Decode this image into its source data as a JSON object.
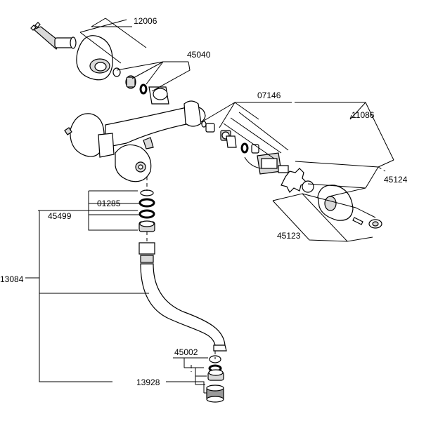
{
  "part_numbers": {
    "p12006": "12006",
    "p45040": "45040",
    "p07146": "07146",
    "p11086": "11086",
    "p45124": "45124",
    "p01285": "01285",
    "p45499": "45499",
    "p45123": "45123",
    "p13084": "13084",
    "p45002": "45002",
    "p13928": "13928"
  }
}
